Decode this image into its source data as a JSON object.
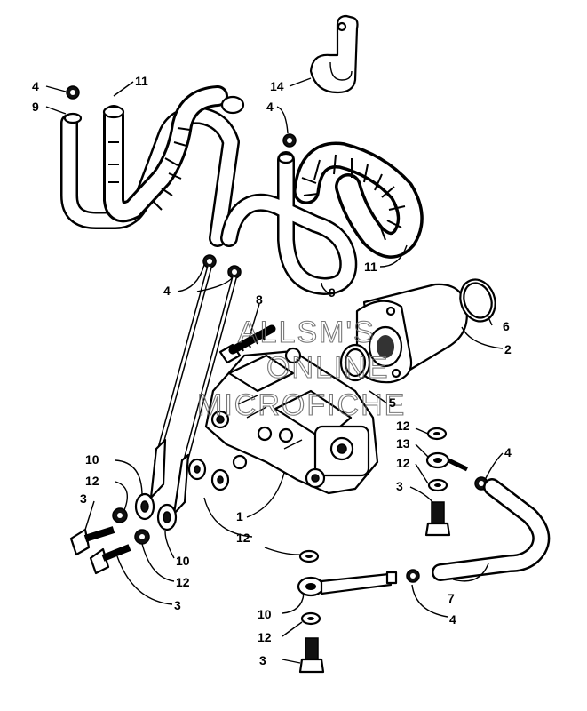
{
  "watermark": {
    "line1": "ALLSM'S",
    "line2": "ONLINE",
    "line3": "MICROFICHE"
  },
  "callouts": [
    {
      "id": "c4a",
      "text": "4"
    },
    {
      "id": "c9a",
      "text": "9"
    },
    {
      "id": "c11a",
      "text": "11"
    },
    {
      "id": "c14",
      "text": "14"
    },
    {
      "id": "c4b",
      "text": "4"
    },
    {
      "id": "c11b",
      "text": "11"
    },
    {
      "id": "c9b",
      "text": "9"
    },
    {
      "id": "c4c",
      "text": "4"
    },
    {
      "id": "c8",
      "text": "8"
    },
    {
      "id": "c6",
      "text": "6"
    },
    {
      "id": "c2",
      "text": "2"
    },
    {
      "id": "c5",
      "text": "5"
    },
    {
      "id": "c12a",
      "text": "12"
    },
    {
      "id": "c13",
      "text": "13"
    },
    {
      "id": "c12b",
      "text": "12"
    },
    {
      "id": "c4d",
      "text": "4"
    },
    {
      "id": "c3a",
      "text": "3"
    },
    {
      "id": "c10a",
      "text": "10"
    },
    {
      "id": "c12c",
      "text": "12"
    },
    {
      "id": "c3b",
      "text": "3"
    },
    {
      "id": "c1",
      "text": "1"
    },
    {
      "id": "c12d",
      "text": "12"
    },
    {
      "id": "c10b",
      "text": "10"
    },
    {
      "id": "c12e",
      "text": "12"
    },
    {
      "id": "c3c",
      "text": "3"
    },
    {
      "id": "c7",
      "text": "7"
    },
    {
      "id": "c4e",
      "text": "4"
    },
    {
      "id": "c10c",
      "text": "10"
    },
    {
      "id": "c12f",
      "text": "12"
    },
    {
      "id": "c3d",
      "text": "3"
    }
  ]
}
